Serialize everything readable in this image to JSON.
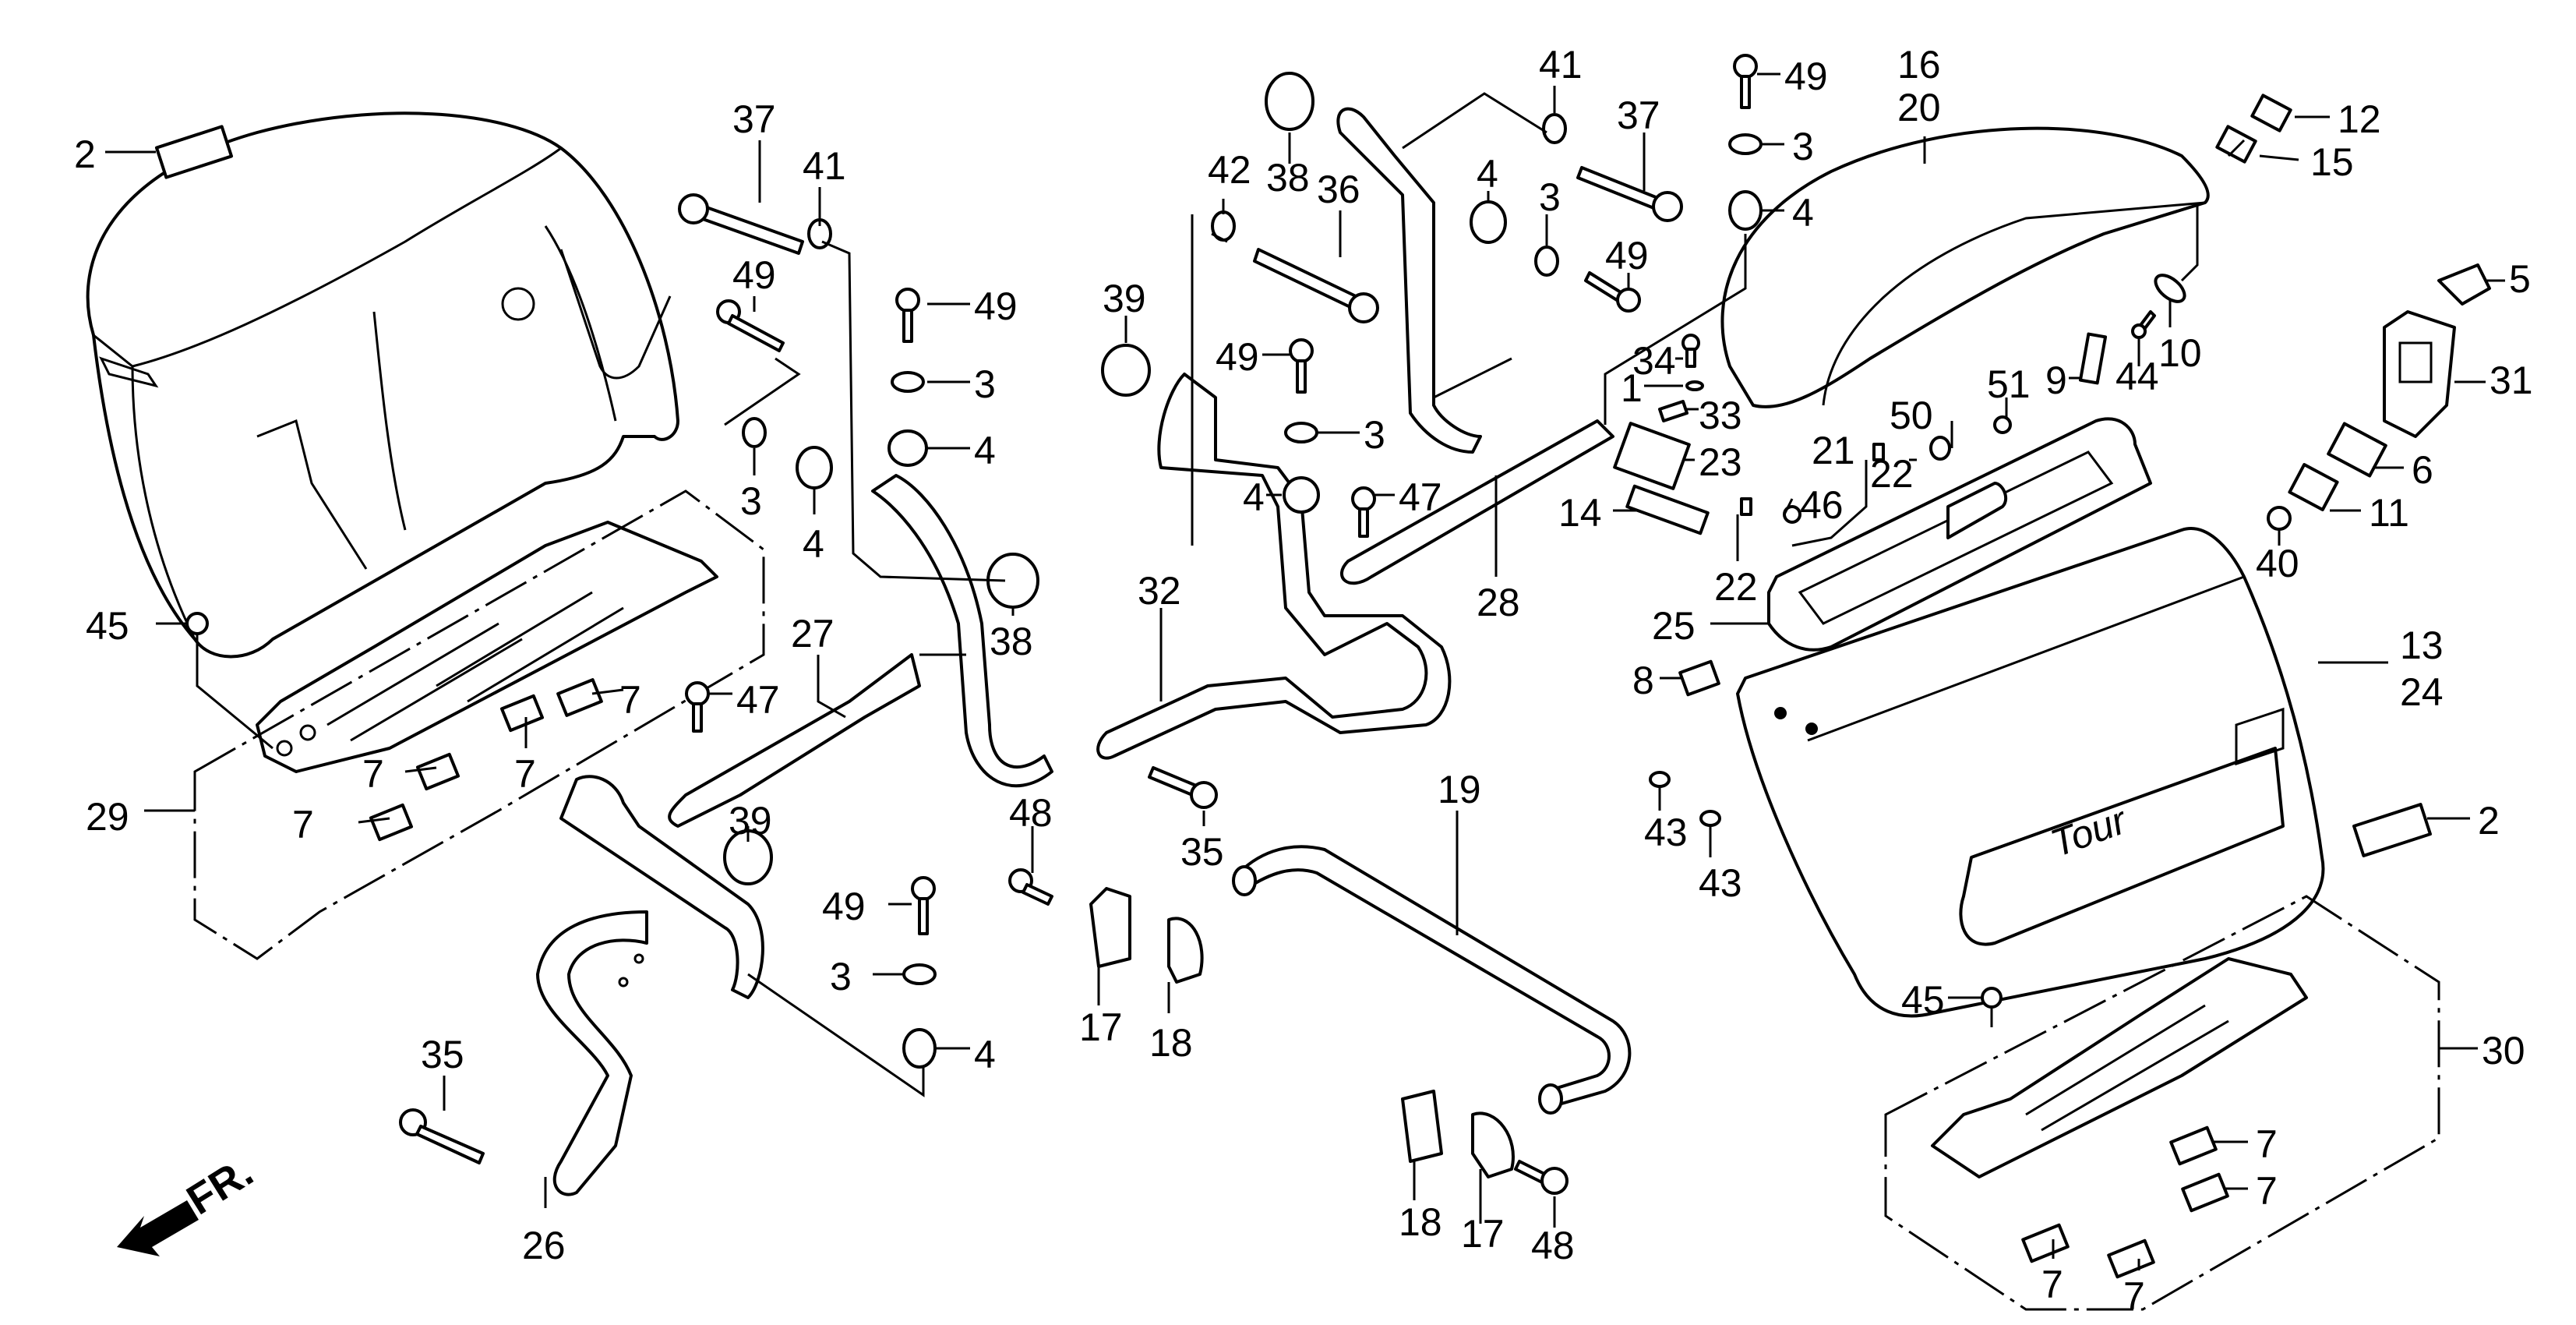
{
  "diagram": {
    "title": "Saddlebag / Pannier Assembly Exploded Parts Diagram",
    "direction_label": "FR.",
    "colors": {
      "line": "#000000",
      "background": "#ffffff"
    },
    "callouts": [
      {
        "id": "c-2-left",
        "label": "2"
      },
      {
        "id": "c-37-left",
        "label": "37"
      },
      {
        "id": "c-41-left",
        "label": "41"
      },
      {
        "id": "c-49-left",
        "label": "49"
      },
      {
        "id": "c-49-mid",
        "label": "49"
      },
      {
        "id": "c-3-left",
        "label": "3"
      },
      {
        "id": "c-4-left",
        "label": "4"
      },
      {
        "id": "c-3-mid",
        "label": "3"
      },
      {
        "id": "c-4-mid",
        "label": "4"
      },
      {
        "id": "c-38-left",
        "label": "38"
      },
      {
        "id": "c-45-left",
        "label": "45"
      },
      {
        "id": "c-7-a",
        "label": "7"
      },
      {
        "id": "c-7-b",
        "label": "7"
      },
      {
        "id": "c-7-c",
        "label": "7"
      },
      {
        "id": "c-7-d",
        "label": "7"
      },
      {
        "id": "c-29",
        "label": "29"
      },
      {
        "id": "c-47-left",
        "label": "47"
      },
      {
        "id": "c-27",
        "label": "27"
      },
      {
        "id": "c-39-bottom",
        "label": "39"
      },
      {
        "id": "c-49-bottom",
        "label": "49"
      },
      {
        "id": "c-3-bottom",
        "label": "3"
      },
      {
        "id": "c-4-bottom",
        "label": "4"
      },
      {
        "id": "c-35-bottom",
        "label": "35"
      },
      {
        "id": "c-26",
        "label": "26"
      },
      {
        "id": "c-38-top",
        "label": "38"
      },
      {
        "id": "c-42",
        "label": "42"
      },
      {
        "id": "c-39-top",
        "label": "39"
      },
      {
        "id": "c-36",
        "label": "36"
      },
      {
        "id": "c-49-center",
        "label": "49"
      },
      {
        "id": "c-3-center",
        "label": "3"
      },
      {
        "id": "c-4-center",
        "label": "4"
      },
      {
        "id": "c-47-center",
        "label": "47"
      },
      {
        "id": "c-32",
        "label": "32"
      },
      {
        "id": "c-35-center",
        "label": "35"
      },
      {
        "id": "c-48-left",
        "label": "48"
      },
      {
        "id": "c-17-left",
        "label": "17"
      },
      {
        "id": "c-18-left",
        "label": "18"
      },
      {
        "id": "c-19",
        "label": "19"
      },
      {
        "id": "c-18-right",
        "label": "18"
      },
      {
        "id": "c-17-right",
        "label": "17"
      },
      {
        "id": "c-48-right",
        "label": "48"
      },
      {
        "id": "c-41-top",
        "label": "41"
      },
      {
        "id": "c-37-top",
        "label": "37"
      },
      {
        "id": "c-4-top",
        "label": "4"
      },
      {
        "id": "c-3-top",
        "label": "3"
      },
      {
        "id": "c-49-top",
        "label": "49"
      },
      {
        "id": "c-28",
        "label": "28"
      },
      {
        "id": "c-49-topright",
        "label": "49"
      },
      {
        "id": "c-3-topright",
        "label": "3"
      },
      {
        "id": "c-4-topright",
        "label": "4"
      },
      {
        "id": "c-34",
        "label": "34"
      },
      {
        "id": "c-1",
        "label": "1"
      },
      {
        "id": "c-33",
        "label": "33"
      },
      {
        "id": "c-23",
        "label": "23"
      },
      {
        "id": "c-14",
        "label": "14"
      },
      {
        "id": "c-46",
        "label": "46"
      },
      {
        "id": "c-22-low",
        "label": "22"
      },
      {
        "id": "c-21",
        "label": "21"
      },
      {
        "id": "c-22-high",
        "label": "22"
      },
      {
        "id": "c-50",
        "label": "50"
      },
      {
        "id": "c-51",
        "label": "51"
      },
      {
        "id": "c-9",
        "label": "9"
      },
      {
        "id": "c-44",
        "label": "44"
      },
      {
        "id": "c-10",
        "label": "10"
      },
      {
        "id": "c-16",
        "label": "16"
      },
      {
        "id": "c-20",
        "label": "20"
      },
      {
        "id": "c-12",
        "label": "12"
      },
      {
        "id": "c-15",
        "label": "15"
      },
      {
        "id": "c-5",
        "label": "5"
      },
      {
        "id": "c-31",
        "label": "31"
      },
      {
        "id": "c-6",
        "label": "6"
      },
      {
        "id": "c-11",
        "label": "11"
      },
      {
        "id": "c-40",
        "label": "40"
      },
      {
        "id": "c-25",
        "label": "25"
      },
      {
        "id": "c-8",
        "label": "8"
      },
      {
        "id": "c-13",
        "label": "13"
      },
      {
        "id": "c-24",
        "label": "24"
      },
      {
        "id": "c-43-a",
        "label": "43"
      },
      {
        "id": "c-43-b",
        "label": "43"
      },
      {
        "id": "c-2-right",
        "label": "2"
      },
      {
        "id": "c-45-right",
        "label": "45"
      },
      {
        "id": "c-30",
        "label": "30"
      },
      {
        "id": "c-7-e",
        "label": "7"
      },
      {
        "id": "c-7-f",
        "label": "7"
      },
      {
        "id": "c-7-g",
        "label": "7"
      },
      {
        "id": "c-7-h",
        "label": "7"
      }
    ]
  }
}
